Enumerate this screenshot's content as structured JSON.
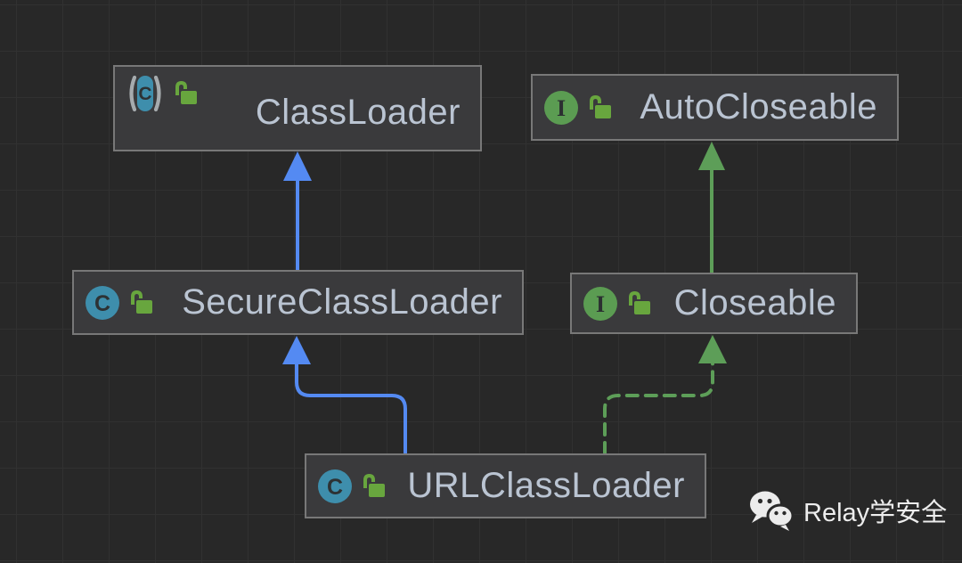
{
  "diagram": {
    "nodes": [
      {
        "id": "classloader",
        "label": "ClassLoader",
        "kind": "abstract class",
        "visibility": "public"
      },
      {
        "id": "autocloseable",
        "label": "AutoCloseable",
        "kind": "interface",
        "visibility": "public"
      },
      {
        "id": "secureclassloader",
        "label": "SecureClassLoader",
        "kind": "class",
        "visibility": "public"
      },
      {
        "id": "closeable",
        "label": "Closeable",
        "kind": "interface",
        "visibility": "public"
      },
      {
        "id": "urlclassloader",
        "label": "URLClassLoader",
        "kind": "class",
        "visibility": "public"
      }
    ],
    "edges": [
      {
        "from": "SecureClassLoader",
        "to": "ClassLoader",
        "relation": "extends",
        "line": "solid",
        "color": "#548AF2"
      },
      {
        "from": "Closeable",
        "to": "AutoCloseable",
        "relation": "extends",
        "line": "solid",
        "color": "#5D9E58"
      },
      {
        "from": "URLClassLoader",
        "to": "SecureClassLoader",
        "relation": "extends",
        "line": "solid",
        "color": "#548AF2"
      },
      {
        "from": "URLClassLoader",
        "to": "Closeable",
        "relation": "implements",
        "line": "dashed",
        "color": "#5D9E58"
      }
    ],
    "icons": {
      "class_letter": "C",
      "interface_letter": "I",
      "abstract_paren_left": "(",
      "abstract_paren_right": ")"
    }
  },
  "watermark": {
    "icon": "wechat-icon",
    "text": "Relay学安全"
  },
  "colors": {
    "background": "#282828",
    "grid_line": "#313131",
    "node_fill": "#3a3a3c",
    "node_border": "#787878",
    "node_text": "#bac4d2",
    "extends_arrow_blue": "#548AF2",
    "interface_arrow_green": "#5D9E58",
    "class_icon_teal": "#3E8EAC",
    "interface_icon_green": "#5B9C52",
    "lock_icon_green": "#68A63E"
  }
}
